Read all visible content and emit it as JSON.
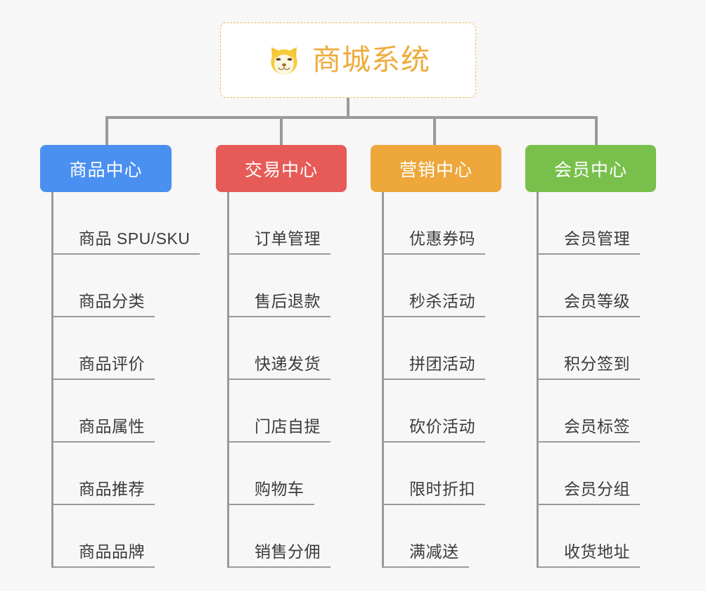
{
  "page": {
    "background": "#f7f7f7",
    "line_color": "#9a9a9a",
    "leaf_text_color": "#3b3b3b"
  },
  "root": {
    "title": "商城系统",
    "icon": "dog-face-emoji",
    "text_color": "#eeac3c",
    "border_color": "#f0b95a",
    "background": "#ffffff"
  },
  "columns": [
    {
      "category": "商品中心",
      "color": "#4a90f0",
      "items": [
        "商品 SPU/SKU",
        "商品分类",
        "商品评价",
        "商品属性",
        "商品推荐",
        "商品品牌"
      ]
    },
    {
      "category": "交易中心",
      "color": "#e65b57",
      "items": [
        "订单管理",
        "售后退款",
        "快递发货",
        "门店自提",
        "购物车",
        "销售分佣"
      ]
    },
    {
      "category": "营销中心",
      "color": "#eda73b",
      "items": [
        "优惠券码",
        "秒杀活动",
        "拼团活动",
        "砍价活动",
        "限时折扣",
        "满减送"
      ]
    },
    {
      "category": "会员中心",
      "color": "#78c04b",
      "items": [
        "会员管理",
        "会员等级",
        "积分签到",
        "会员标签",
        "会员分组",
        "收货地址"
      ]
    }
  ]
}
